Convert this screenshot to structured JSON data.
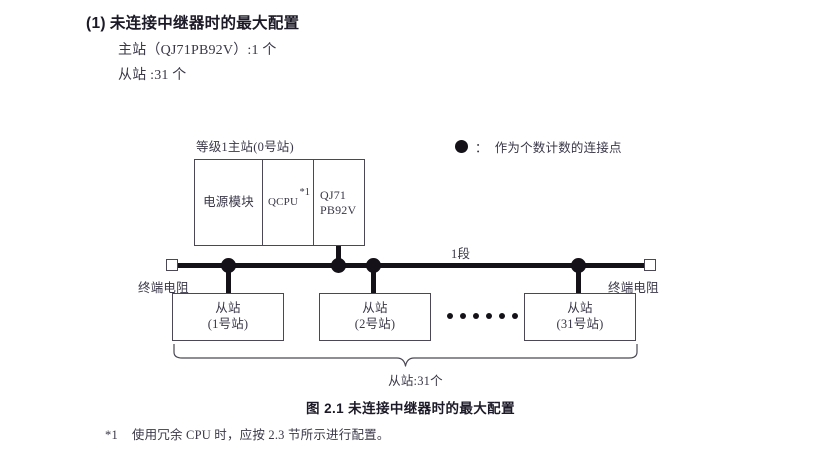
{
  "section": {
    "number": "(1)",
    "title": "未连接中继器时的最大配置",
    "spec_master": "主站（QJ71PB92V）:1 个",
    "spec_slave": "从站 :31 个"
  },
  "legend": {
    "symbol": "●",
    "separator": "：",
    "text": "作为个数计数的连接点"
  },
  "diagram": {
    "master_title": "等级1主站(0号站)",
    "rack": {
      "power_supply": "电源模块",
      "cpu": "QCPU",
      "cpu_footnote_mark": "*1",
      "master_module_line1": "QJ71",
      "master_module_line2": "PB92V"
    },
    "segment_label": "1段",
    "terminator_left": "终端电阻",
    "terminator_right": "终端电阻",
    "slaves": [
      {
        "name": "从站",
        "station": "(1号站)"
      },
      {
        "name": "从站",
        "station": "(2号站)"
      },
      {
        "name": "从站",
        "station": "(31号站)"
      }
    ],
    "ellipsis_dot_count": 6,
    "brace_caption": "从站:31个"
  },
  "figure_caption": "图 2.1  未连接中继器时的最大配置",
  "footnote": {
    "mark": "*1",
    "text": "使用冗余 CPU 时，应按 2.3 节所示进行配置。"
  },
  "colors": {
    "ink": "#151118",
    "text": "#3a3748",
    "stroke": "#4b4754",
    "background": "#ffffff"
  }
}
